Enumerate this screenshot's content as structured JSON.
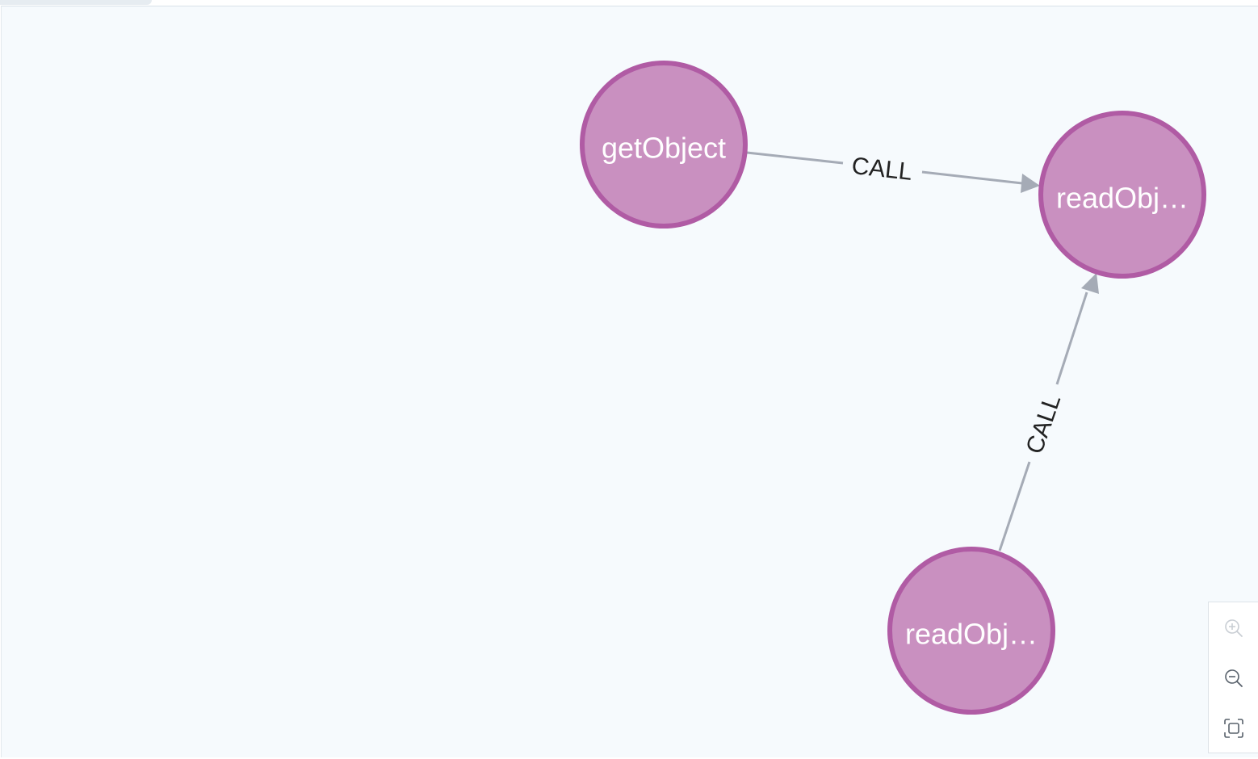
{
  "graph": {
    "nodes": [
      {
        "id": "n1",
        "label": "getObject"
      },
      {
        "id": "n2",
        "label": "readObj…"
      },
      {
        "id": "n3",
        "label": "readObj…"
      }
    ],
    "relationships": [
      {
        "from": "n1",
        "to": "n2",
        "label": "CALL"
      },
      {
        "from": "n3",
        "to": "n2",
        "label": "CALL"
      }
    ]
  },
  "controls": {
    "zoom_in_icon": "zoom-in-icon",
    "zoom_out_icon": "zoom-out-icon",
    "fit_icon": "fit-to-screen-icon",
    "zoom_in_enabled": false
  },
  "colors": {
    "node_fill": "#c990c0",
    "node_border": "#b05ba4",
    "relationship": "#a5abb6",
    "canvas_background": "#f6fafd"
  }
}
